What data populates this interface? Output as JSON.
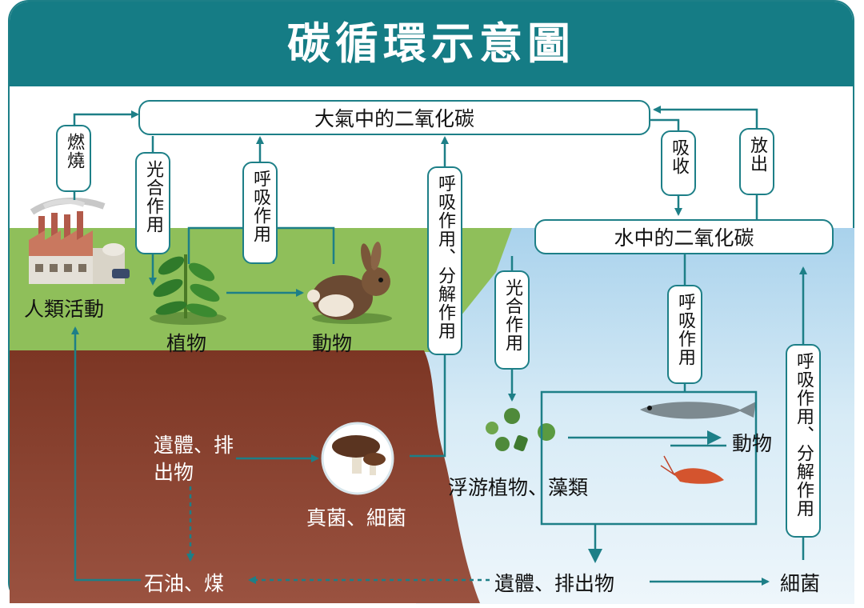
{
  "title": "碳循環示意圖",
  "nodes": {
    "atmosphere_co2": "大氣中的二氧化碳",
    "water_co2": "水中的二氧化碳",
    "human_activity": "人類活動",
    "plants": "植物",
    "land_animals": "動物",
    "remains_land": "遺體、排出物",
    "fungi_bacteria": "真菌、細菌",
    "plankton": "浮游植物、藻類",
    "sea_animals": "動物",
    "oil_coal": "石油、煤",
    "remains_sea": "遺體、排出物",
    "bacteria": "細菌"
  },
  "processes": {
    "burning": "燃燒",
    "photosynthesis_land": "光合作用",
    "respiration_land": "呼吸作用",
    "respiration_decomposition_land": "呼吸作用、分解作用",
    "absorb": "吸收",
    "release": "放出",
    "photosynthesis_sea": "光合作用",
    "respiration_sea": "呼吸作用",
    "respiration_decomposition_sea": "呼吸作用、分解作用"
  },
  "colors": {
    "header": "#157c85",
    "arrow": "#1d7f87",
    "grass": "#8fbf5a",
    "soil": "#8a3f2e",
    "water": "#cfe6f2",
    "sky": "#ffffff"
  }
}
